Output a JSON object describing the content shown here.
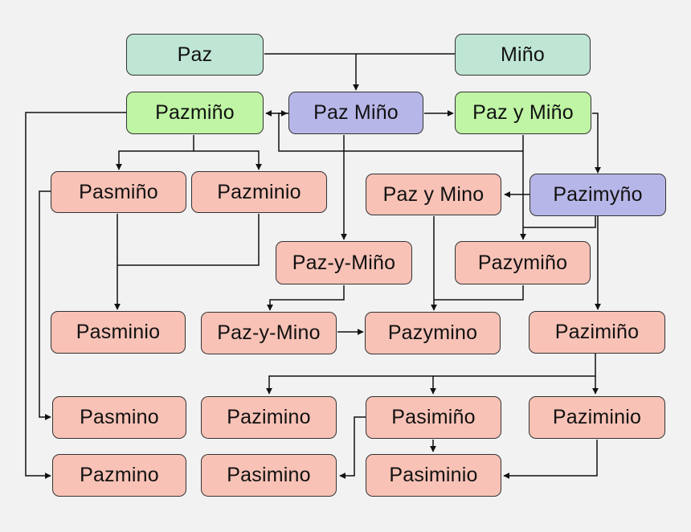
{
  "nodes": {
    "paz": "Paz",
    "mino": "Miño",
    "pazmino_tilde": "Pazmiño",
    "paz_mino": "Paz Miño",
    "paz_y_mino_tilde": "Paz y Miño",
    "pasmino_tilde": "Pasmiño",
    "pazminio": "Pazminio",
    "paz_y_mino": "Paz y Mino",
    "pazimyno": "Pazimyño",
    "paz_y_mino_dash_tilde": "Paz-y-Miño",
    "pazymino_tilde": "Pazymiño",
    "pasminio": "Pasminio",
    "paz_y_mino_dash": "Paz-y-Mino",
    "pazymino": "Pazymino",
    "pazimino_tilde": "Pazimiño",
    "pasmino": "Pasmino",
    "pazimino": "Pazimino",
    "pasimino_tilde": "Pasimiño",
    "paziminio": "Paziminio",
    "pazmino": "Pazmino",
    "pasimino": "Pasimino",
    "pasiminio": "Pasiminio"
  },
  "colors": {
    "root": "#bfe6d4",
    "green": "#bff5a4",
    "blue": "#b7b6e8",
    "red": "#f8c2b6"
  }
}
